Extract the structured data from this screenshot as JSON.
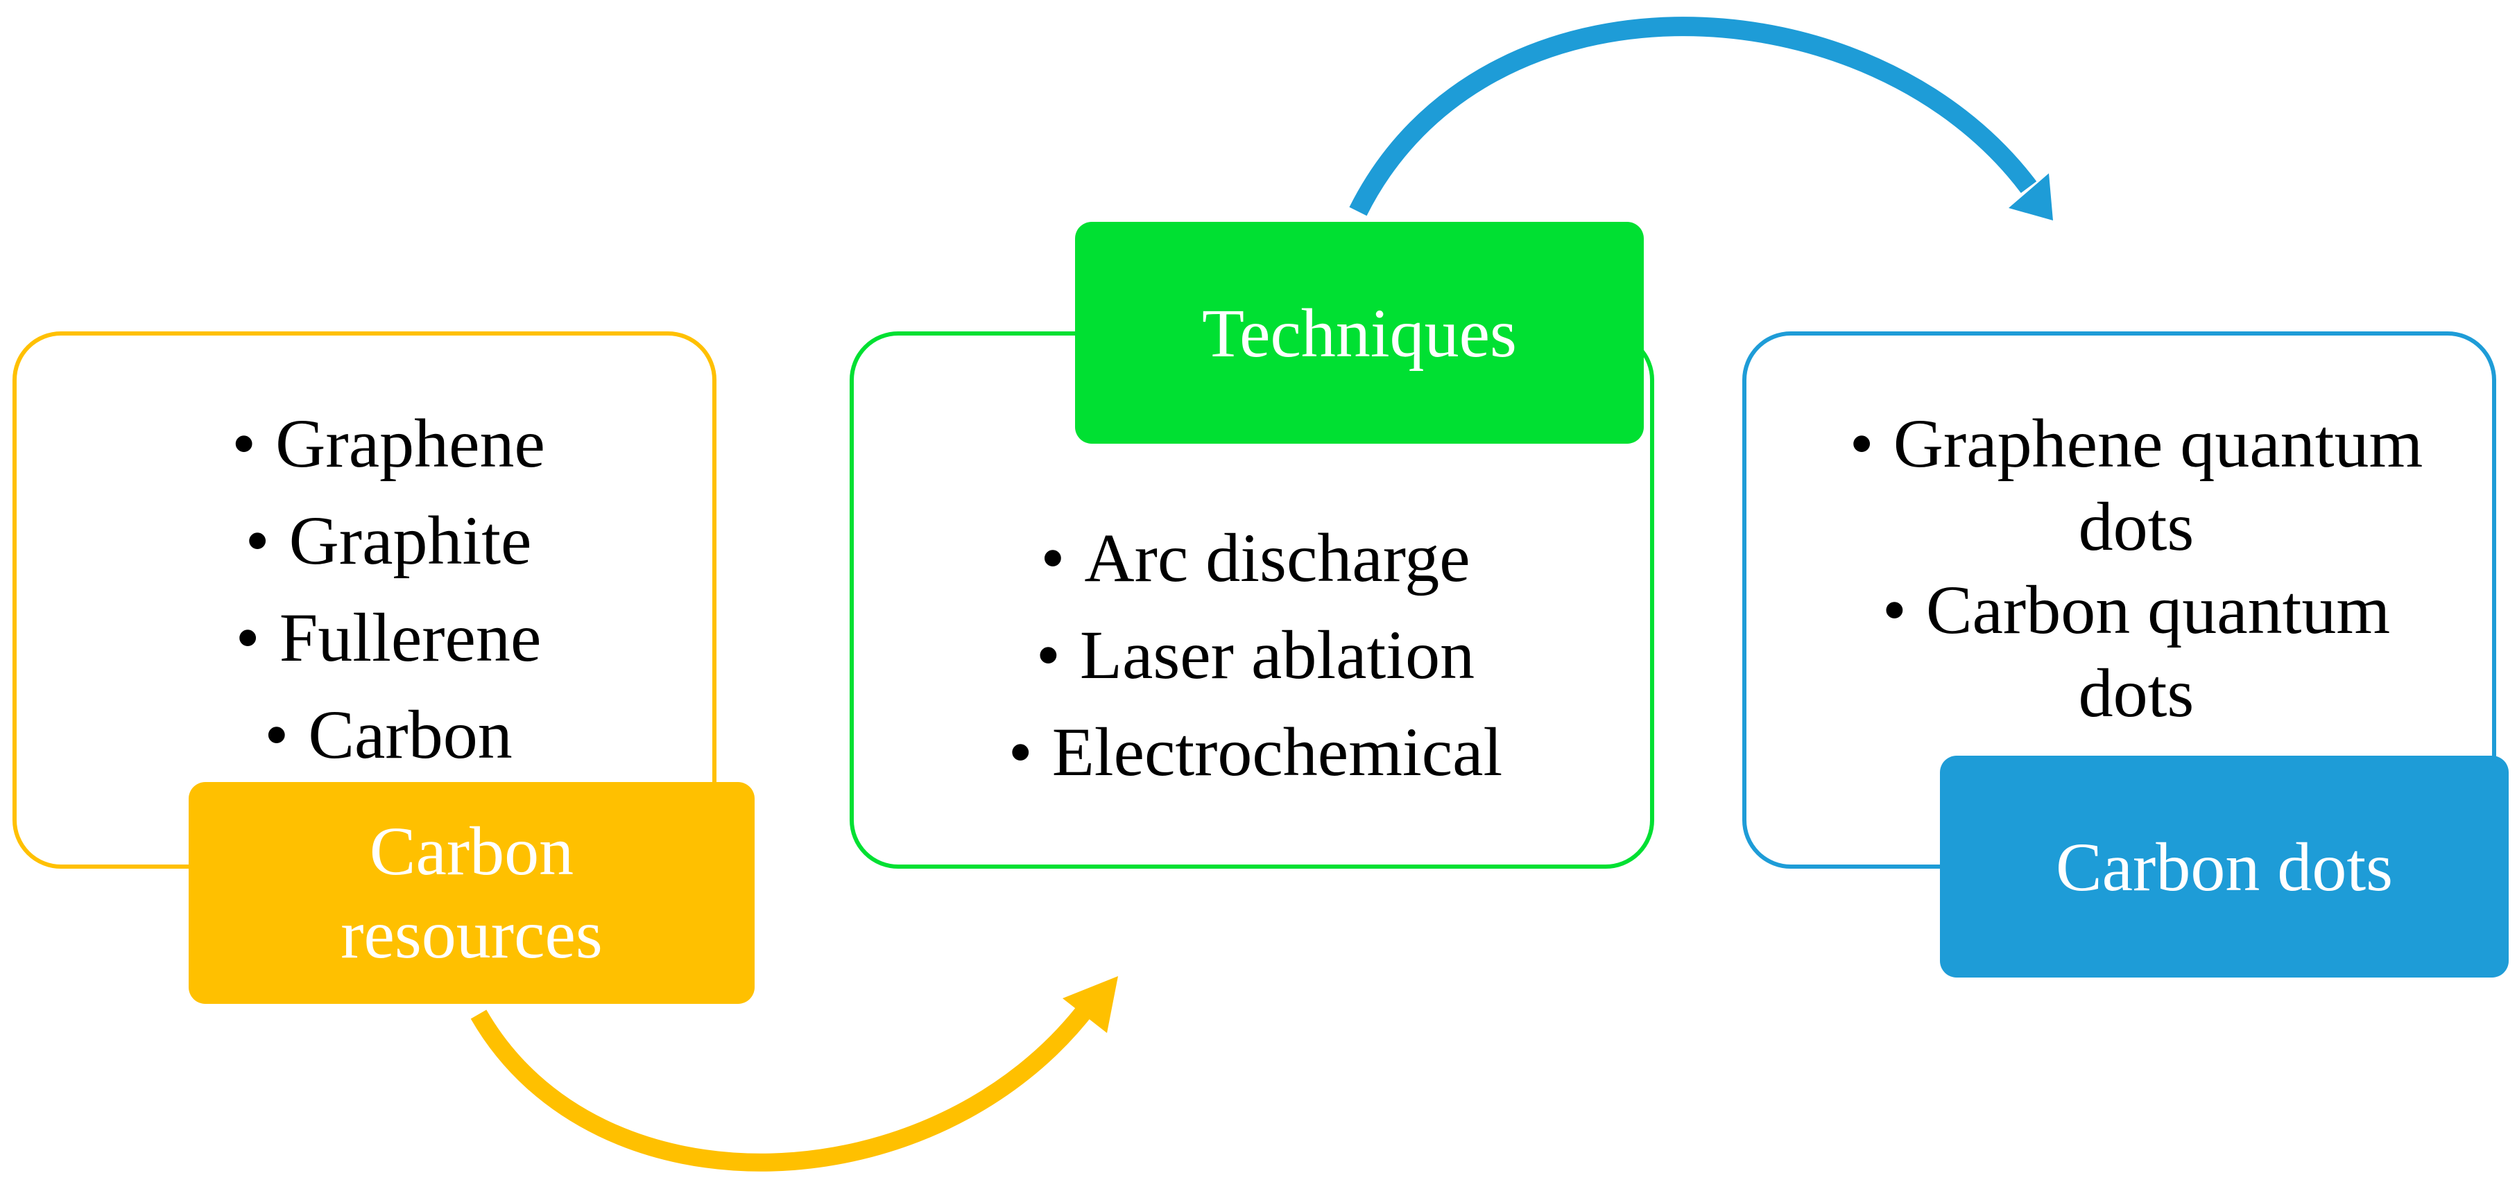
{
  "colors": {
    "resources": "#FFC000",
    "techniques": "#00E032",
    "products": "#1E9CD7"
  },
  "resources": {
    "title": "Carbon resources",
    "items": [
      "Graphene",
      "Graphite",
      "Fullerene",
      "Carbon"
    ]
  },
  "techniques": {
    "title": "Techniques",
    "items": [
      "Arc discharge",
      "Laser ablation",
      "Electrochemical"
    ]
  },
  "products": {
    "title": "Carbon dots",
    "items": [
      "Graphene quantum dots",
      "Carbon quantum dots"
    ]
  }
}
